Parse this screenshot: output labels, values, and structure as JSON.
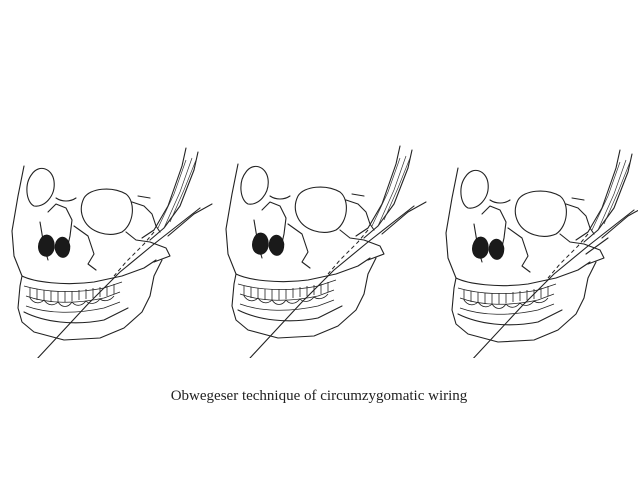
{
  "caption": "Obwegeser technique of circumzygomatic wiring",
  "panels": [
    {
      "name": "skull-illustration-left",
      "awl": "instrument-with-wire"
    },
    {
      "name": "skull-illustration-center",
      "awl": "instrument-with-wire"
    },
    {
      "name": "skull-illustration-right",
      "awl": "wire-passed"
    }
  ],
  "colors": {
    "ink": "#222222",
    "background": "#ffffff"
  }
}
